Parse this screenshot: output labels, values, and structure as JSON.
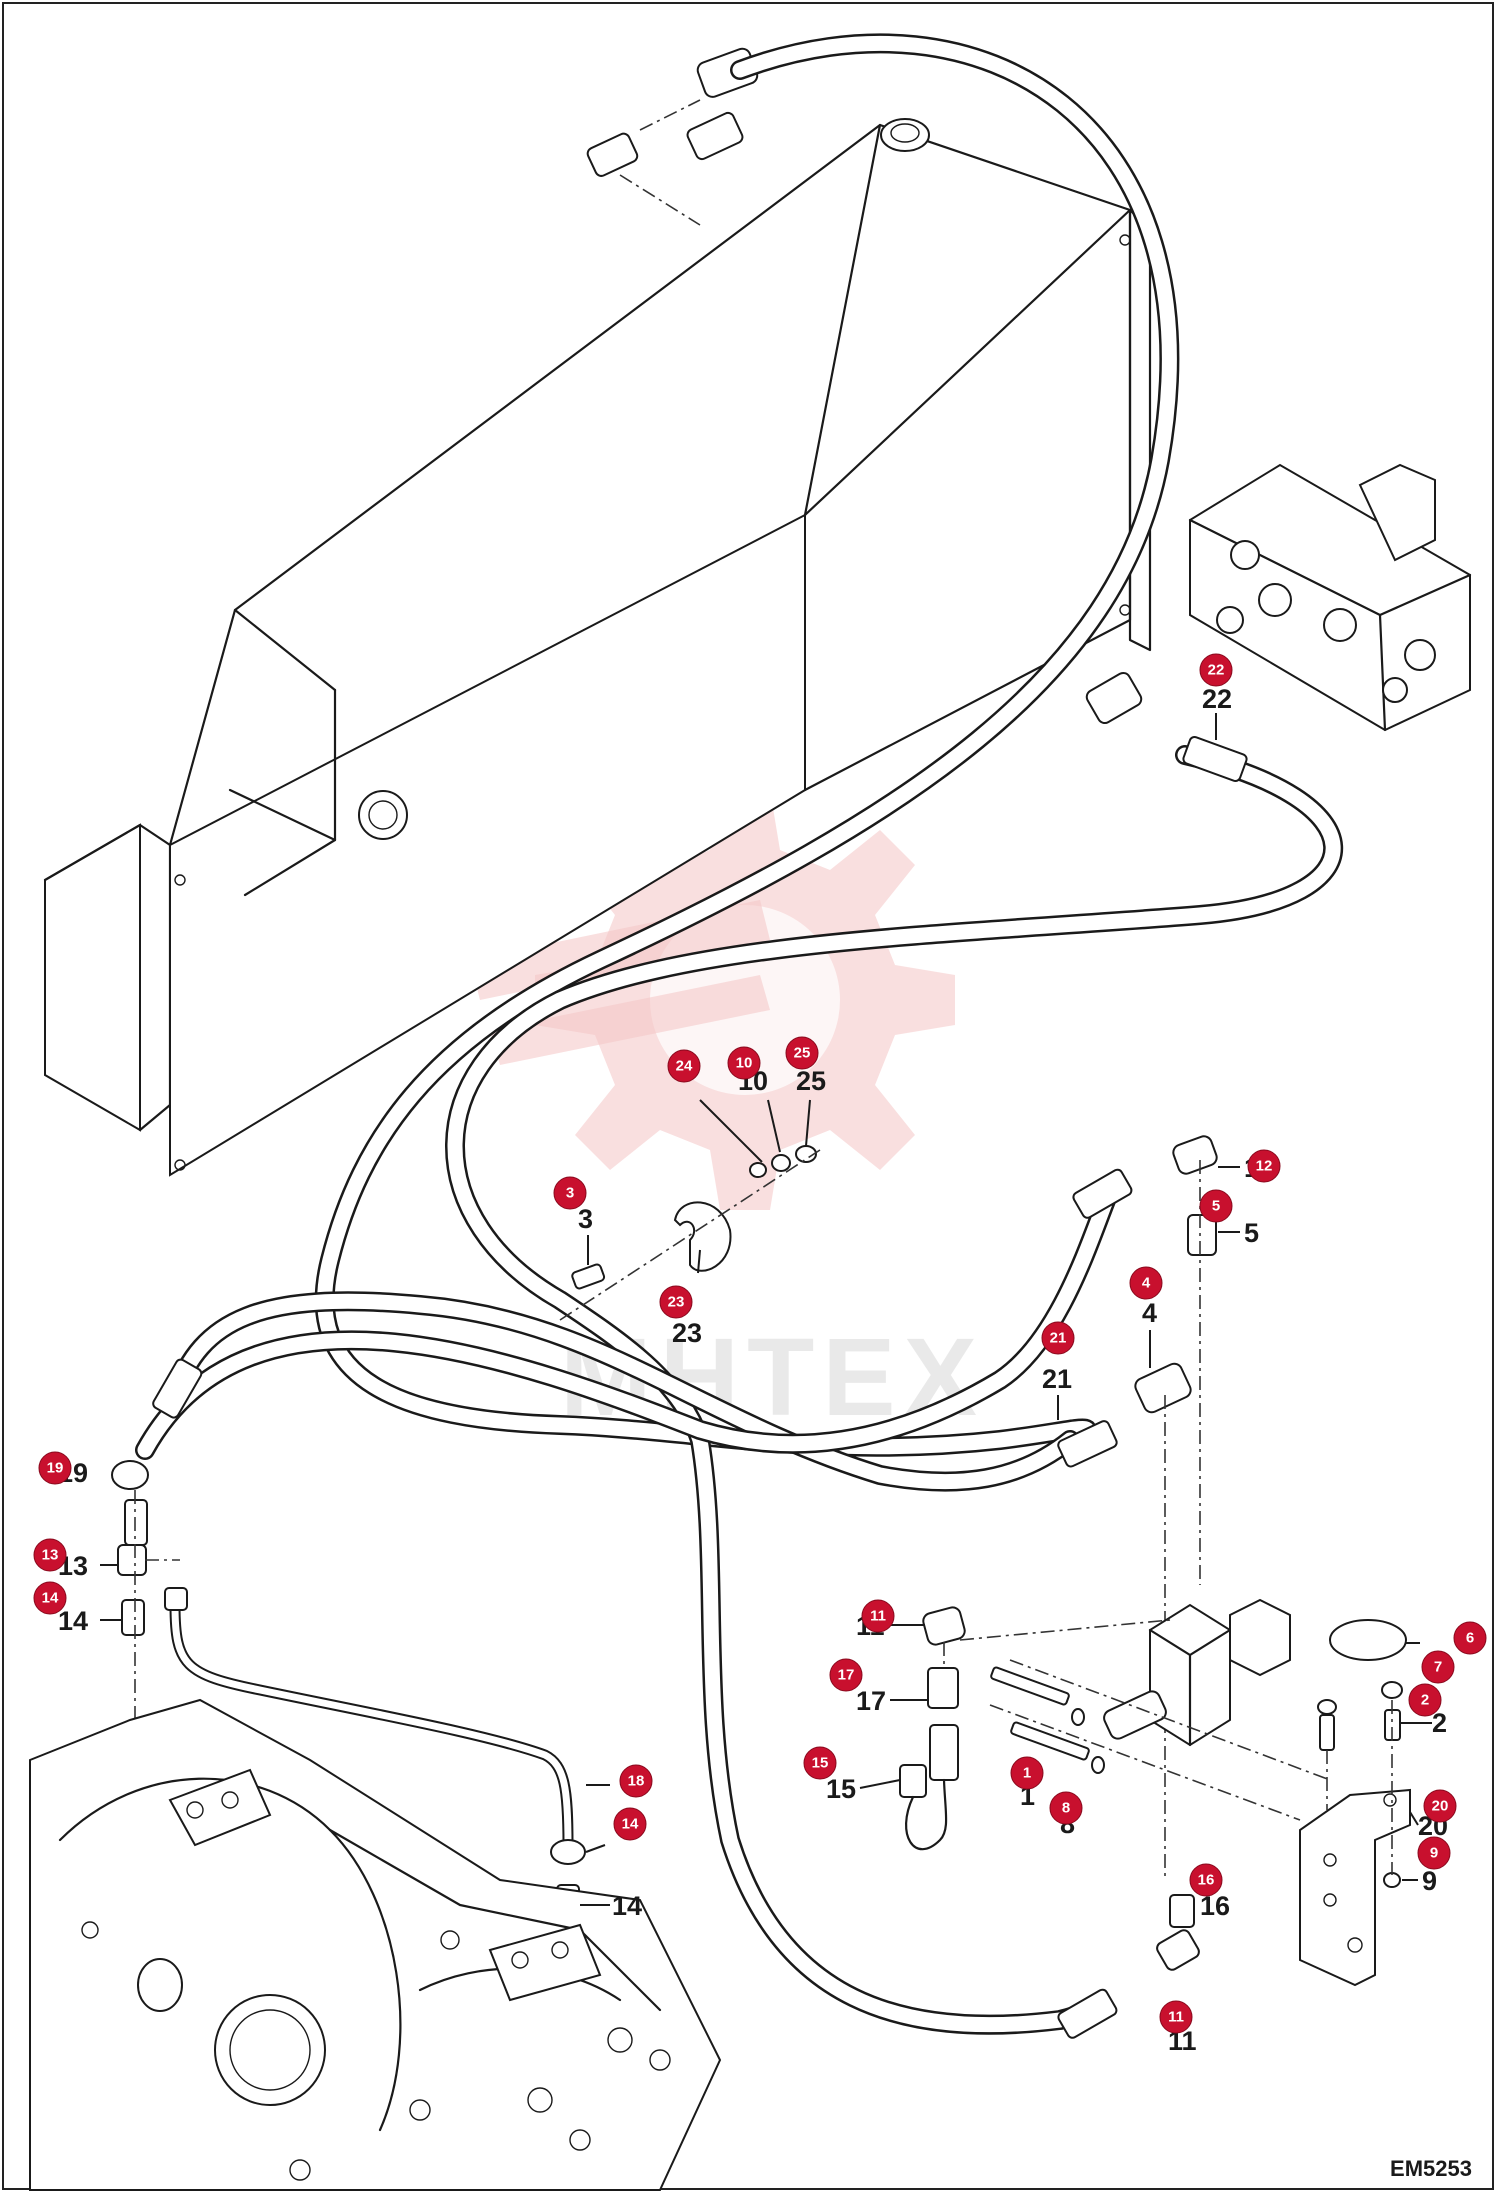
{
  "diagram": {
    "drawing_code": "EM5253",
    "watermark": "MHTEX",
    "callouts": [
      {
        "id": "c22",
        "badge": "22",
        "label": "22"
      },
      {
        "id": "c24",
        "badge": "24",
        "label": ""
      },
      {
        "id": "c10",
        "badge": "10",
        "label": "10"
      },
      {
        "id": "c25",
        "badge": "25",
        "label": "25"
      },
      {
        "id": "c3",
        "badge": "3",
        "label": "3"
      },
      {
        "id": "c23",
        "badge": "23",
        "label": "23"
      },
      {
        "id": "c12",
        "badge": "12",
        "label": "12"
      },
      {
        "id": "c5",
        "badge": "5",
        "label": "5"
      },
      {
        "id": "c4",
        "badge": "4",
        "label": "4"
      },
      {
        "id": "c21",
        "badge": "21",
        "label": "21"
      },
      {
        "id": "c19",
        "badge": "19",
        "label": "19"
      },
      {
        "id": "c13",
        "badge": "13",
        "label": "13"
      },
      {
        "id": "c14a",
        "badge": "14",
        "label": "14"
      },
      {
        "id": "c11a",
        "badge": "11",
        "label": "11"
      },
      {
        "id": "c17",
        "badge": "17",
        "label": "17"
      },
      {
        "id": "c15",
        "badge": "15",
        "label": "15"
      },
      {
        "id": "c1",
        "badge": "1",
        "label": "1"
      },
      {
        "id": "c8",
        "badge": "8",
        "label": "8"
      },
      {
        "id": "c6",
        "badge": "6",
        "label": ""
      },
      {
        "id": "c7",
        "badge": "7",
        "label": ""
      },
      {
        "id": "c2",
        "badge": "2",
        "label": "2"
      },
      {
        "id": "c20",
        "badge": "20",
        "label": "20"
      },
      {
        "id": "c9",
        "badge": "9",
        "label": "9"
      },
      {
        "id": "c16",
        "badge": "16",
        "label": "16"
      },
      {
        "id": "c11b",
        "badge": "11",
        "label": "11"
      },
      {
        "id": "c18",
        "badge": "18",
        "label": ""
      },
      {
        "id": "c14b",
        "badge": "14",
        "label": "14"
      }
    ]
  }
}
